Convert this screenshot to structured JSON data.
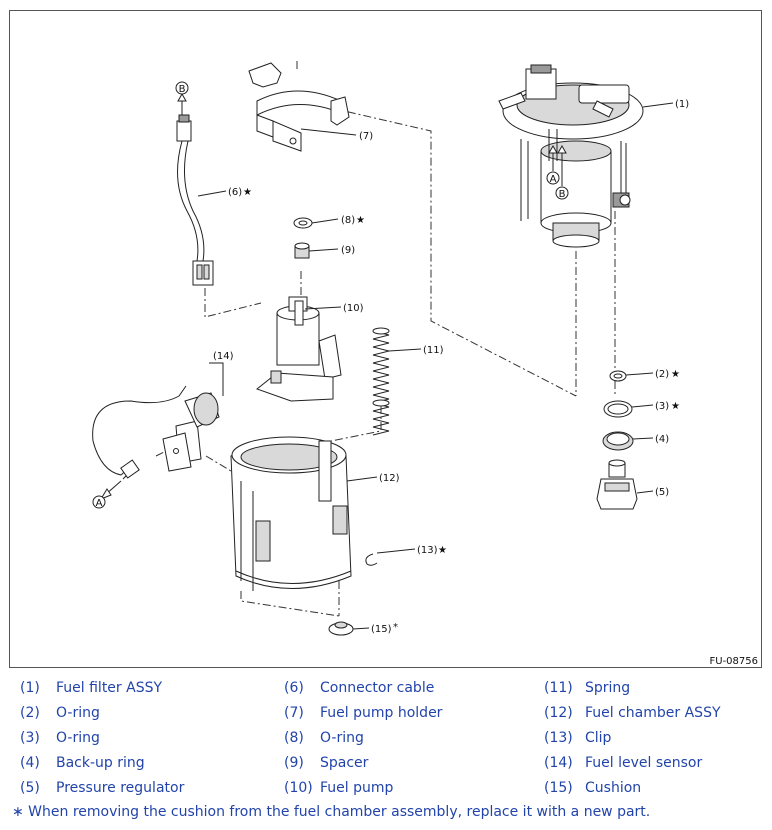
{
  "diagram": {
    "figure_code": "FU-08756",
    "callouts": {
      "c1": "(1)",
      "c2": "(2)",
      "c3": "(3)",
      "c4": "(4)",
      "c5": "(5)",
      "c6": "(6)",
      "c7": "(7)",
      "c8": "(8)",
      "c9": "(9)",
      "c10": "(10)",
      "c11": "(11)",
      "c12": "(12)",
      "c13": "(13)",
      "c14": "(14)",
      "c15": "(15)"
    },
    "markers": {
      "star": "★",
      "asterisk": "*",
      "ref_a": "A",
      "ref_b": "B"
    }
  },
  "legend": {
    "rows": [
      [
        {
          "num": "(1)",
          "name": "Fuel filter ASSY"
        },
        {
          "num": "(6)",
          "name": "Connector cable"
        },
        {
          "num": "(11)",
          "name": "Spring"
        }
      ],
      [
        {
          "num": "(2)",
          "name": "O-ring"
        },
        {
          "num": "(7)",
          "name": "Fuel pump holder"
        },
        {
          "num": "(12)",
          "name": "Fuel chamber ASSY"
        }
      ],
      [
        {
          "num": "(3)",
          "name": "O-ring"
        },
        {
          "num": "(8)",
          "name": "O-ring"
        },
        {
          "num": "(13)",
          "name": "Clip"
        }
      ],
      [
        {
          "num": "(4)",
          "name": "Back-up ring"
        },
        {
          "num": "(9)",
          "name": "Spacer"
        },
        {
          "num": "(14)",
          "name": "Fuel level sensor"
        }
      ],
      [
        {
          "num": "(5)",
          "name": "Pressure regulator"
        },
        {
          "num": "(10)",
          "name": "Fuel pump"
        },
        {
          "num": "(15)",
          "name": "Cushion"
        }
      ]
    ],
    "note": "∗ When removing the cushion from the fuel chamber assembly, replace it with a new part."
  }
}
